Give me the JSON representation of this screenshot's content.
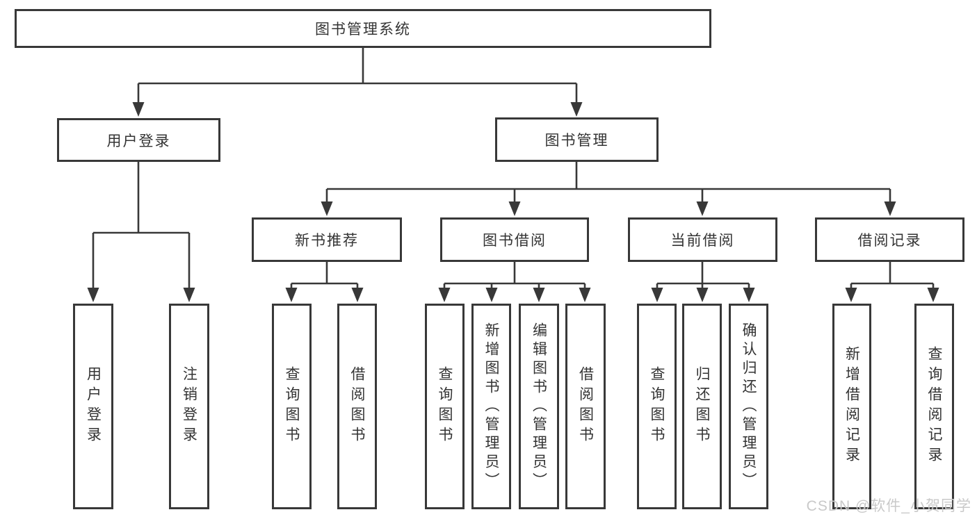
{
  "colors": {
    "line": "#383838",
    "border": "#383838",
    "text": "#333333",
    "background": "#ffffff",
    "watermark": "#c9c9c9"
  },
  "tree": {
    "label": "图书管理系统",
    "children": [
      {
        "label": "用户登录",
        "children": [
          {
            "label": "用户登录"
          },
          {
            "label": "注销登录"
          }
        ]
      },
      {
        "label": "图书管理",
        "children": [
          {
            "label": "新书推荐",
            "children": [
              {
                "label": "查询图书"
              },
              {
                "label": "借阅图书"
              }
            ]
          },
          {
            "label": "图书借阅",
            "children": [
              {
                "label": "查询图书"
              },
              {
                "label": "新增图书（管理员）"
              },
              {
                "label": "编辑图书（管理员）"
              },
              {
                "label": "借阅图书"
              }
            ]
          },
          {
            "label": "当前借阅",
            "children": [
              {
                "label": "查询图书"
              },
              {
                "label": "归还图书"
              },
              {
                "label": "确认归还（管理员）"
              }
            ]
          },
          {
            "label": "借阅记录",
            "children": [
              {
                "label": "新增借阅记录"
              },
              {
                "label": "查询借阅记录"
              }
            ]
          }
        ]
      }
    ]
  },
  "watermark": {
    "text": "CSDN @软件_小贺同学"
  }
}
